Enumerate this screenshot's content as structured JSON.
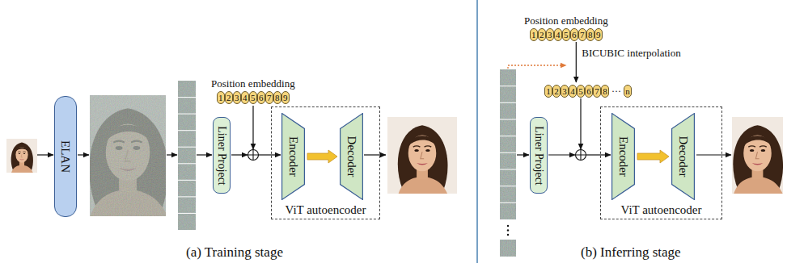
{
  "diagram": {
    "nodes": [
      {
        "text": [
          "ELAN"
        ]
      },
      {
        "text": [
          "Position embedding",
          "1",
          "2",
          "3",
          "4",
          "5",
          "6",
          "7",
          "8",
          "9"
        ]
      },
      {
        "text": [
          "Liner Project"
        ]
      },
      {
        "text": [
          "ViT autoencoder"
        ]
      },
      {
        "text": [
          "Encoder"
        ],
        "in": 3
      },
      {
        "text": [
          "Decoder"
        ],
        "in": 3
      },
      {
        "text": [
          "Position embedding",
          "1",
          "2",
          "3",
          "4",
          "5",
          "6",
          "7",
          "8",
          "9"
        ]
      },
      {
        "text": [
          "1",
          "2",
          "3",
          "4",
          "5",
          "6",
          "7",
          "8",
          "···",
          "n"
        ]
      },
      {
        "text": [
          "Liner Project"
        ]
      },
      {
        "text": [
          "ViT autoencoder"
        ]
      },
      {
        "text": [
          "Encoder"
        ],
        "in": 9
      },
      {
        "text": [
          "Decoder"
        ],
        "in": 9
      }
    ],
    "edges": [
      {
        "from": 4,
        "to": 5,
        "arrow": "to"
      },
      {
        "from": 6,
        "to": 7,
        "label": "BICUBIC interpolation",
        "arrow": "to"
      },
      {
        "from": 10,
        "to": 11,
        "arrow": "to"
      }
    ],
    "labels": [
      "(a) Training stage",
      "(b) Inferring stage"
    ]
  }
}
